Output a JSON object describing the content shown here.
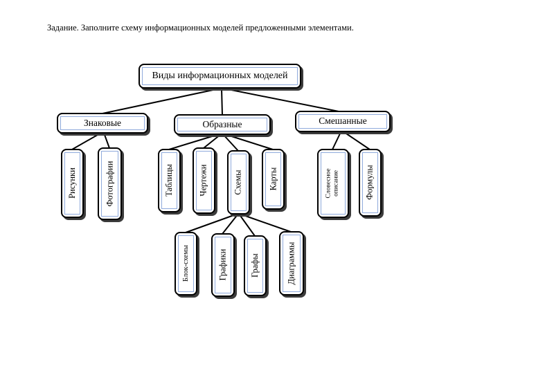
{
  "task_text": "Задание. Заполните схему информационных моделей предложенными элементами.",
  "diagram": {
    "root": "Виды информационных моделей",
    "level2": {
      "znakovye": "Знаковые",
      "obraznye": "Образные",
      "smeshannye": "Смешанные"
    },
    "level3": {
      "risunki": "Рисунки",
      "fotografii": "Фотографии",
      "tablicy": "Таблицы",
      "chertezhi": "Чертежи",
      "shemy": "Схемы",
      "karty": "Карты",
      "slovesnoe": "Словесное описание",
      "formuly": "Формулы"
    },
    "level4": {
      "blok_shemy": "Блок-схемы",
      "grafiki": "Графики",
      "grafy": "Графы",
      "diagrammy": "Диаграммы"
    }
  },
  "colors": {
    "box_border": "#000000",
    "inner_border": "#8faadc",
    "shadow": "#3b3b3b",
    "background": "#ffffff",
    "text": "#000000",
    "connector": "#000000"
  }
}
